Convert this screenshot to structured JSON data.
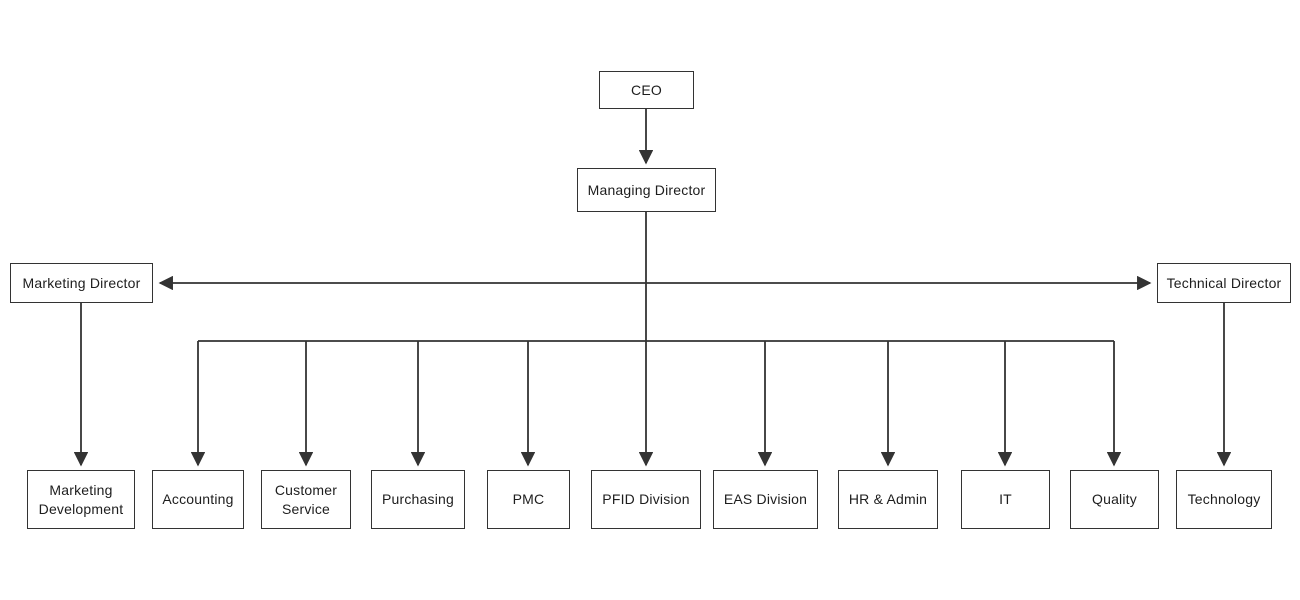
{
  "diagram": {
    "type": "org-chart",
    "background_color": "#ffffff",
    "line_color": "#333333",
    "box_border_color": "#333333",
    "text_color": "#1d1d1d",
    "nodes": {
      "ceo": {
        "label": "CEO"
      },
      "managing_director": {
        "label": "Managing Director"
      },
      "marketing_director": {
        "label": "Marketing Director"
      },
      "technical_director": {
        "label": "Technical Director"
      },
      "marketing_development": {
        "label": "Marketing Development"
      },
      "accounting": {
        "label": "Accounting"
      },
      "customer_service": {
        "label": "Customer Service"
      },
      "purchasing": {
        "label": "Purchasing"
      },
      "pmc": {
        "label": "PMC"
      },
      "pfid_division": {
        "label": "PFID Division"
      },
      "eas_division": {
        "label": "EAS Division"
      },
      "hr_admin": {
        "label": "HR & Admin"
      },
      "it": {
        "label": "IT"
      },
      "quality": {
        "label": "Quality"
      },
      "technology": {
        "label": "Technology"
      }
    },
    "edges": [
      {
        "from": "CEO",
        "to": "Managing Director",
        "style": "arrow-down"
      },
      {
        "from": "Managing Director",
        "to": "Marketing Director",
        "style": "arrow-left"
      },
      {
        "from": "Managing Director",
        "to": "Technical Director",
        "style": "arrow-right"
      },
      {
        "from": "Marketing Director",
        "to": "Marketing Development",
        "style": "arrow-down"
      },
      {
        "from": "Managing Director",
        "to": "Accounting",
        "style": "arrow-down"
      },
      {
        "from": "Managing Director",
        "to": "Customer Service",
        "style": "arrow-down"
      },
      {
        "from": "Managing Director",
        "to": "Purchasing",
        "style": "arrow-down"
      },
      {
        "from": "Managing Director",
        "to": "PMC",
        "style": "arrow-down"
      },
      {
        "from": "Managing Director",
        "to": "PFID Division",
        "style": "arrow-down"
      },
      {
        "from": "Managing Director",
        "to": "EAS Division",
        "style": "arrow-down"
      },
      {
        "from": "Managing Director",
        "to": "HR & Admin",
        "style": "arrow-down"
      },
      {
        "from": "Managing Director",
        "to": "IT",
        "style": "arrow-down"
      },
      {
        "from": "Managing Director",
        "to": "Quality",
        "style": "arrow-down"
      },
      {
        "from": "Technical Director",
        "to": "Technology",
        "style": "arrow-down"
      }
    ]
  }
}
